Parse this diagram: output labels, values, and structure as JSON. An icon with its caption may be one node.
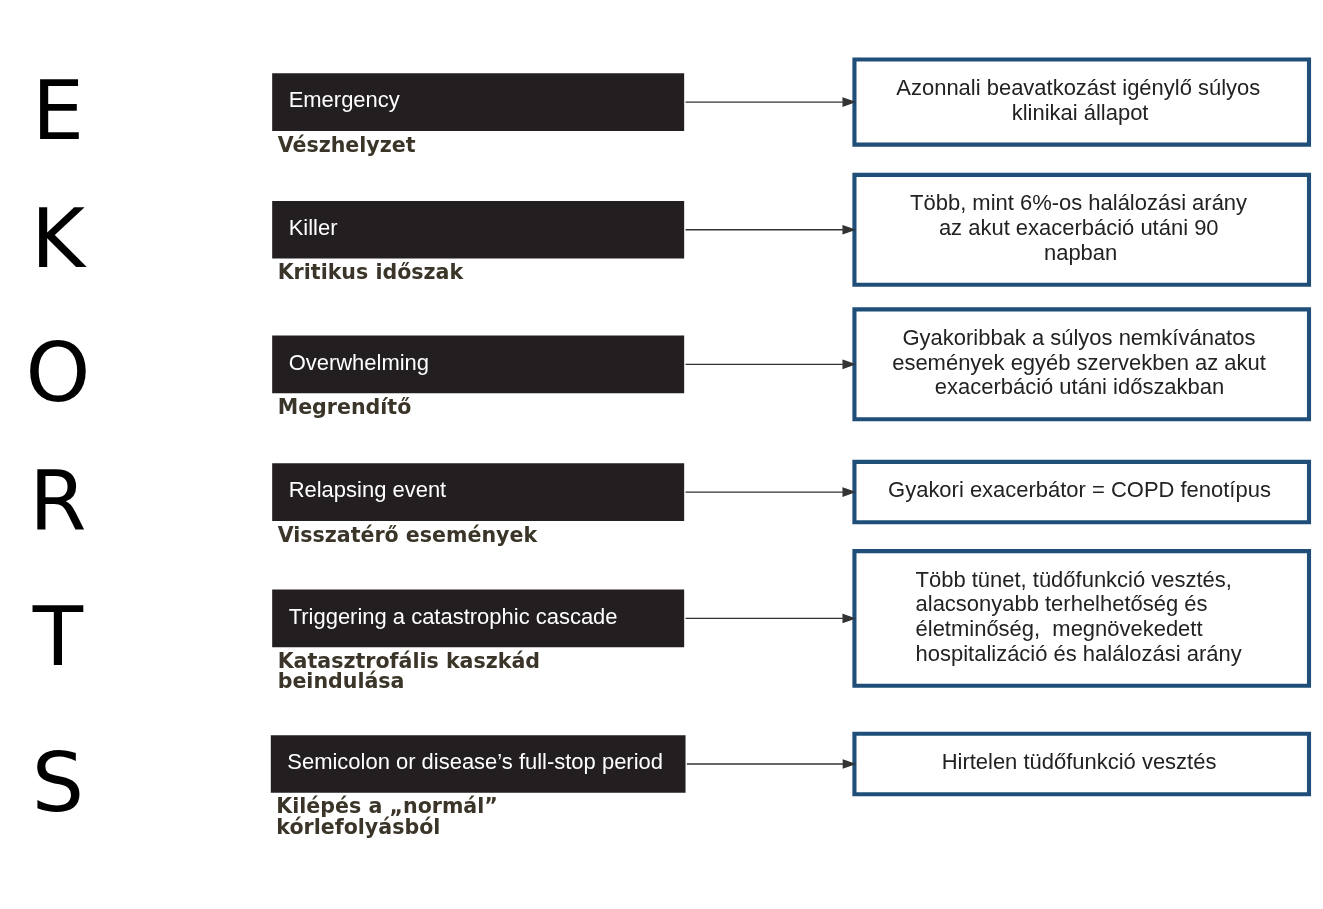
{
  "diagram": {
    "nodes": [
      {
        "text": [
          "Semicolon or disease’s full-stop period"
        ],
        "beside": [
          "Kilépés a „normál” kórlefolyásból"
        ]
      },
      {
        "text": [
          "Triggering a catastrophic cascade"
        ],
        "beside": [
          "Katasztrofális kaszkád beindulása"
        ]
      },
      {
        "text": [
          "Relapsing event"
        ],
        "beside": [
          "Visszatérő események"
        ]
      },
      {
        "text": [
          "Overwhelming"
        ],
        "beside": [
          "Megrendítő"
        ]
      },
      {
        "text": [
          "Killer"
        ],
        "beside": [
          "Kritikus időszak"
        ]
      },
      {
        "text": [
          "Emergency"
        ],
        "beside": [
          "Vészhelyzet"
        ]
      },
      {
        "text": [
          "Hirtelen tüdőfunkció vesztés"
        ]
      },
      {
        "text": [
          "Több tünet, tüdőfunkció vesztés, alacsonyabb terhelhetőség és életminőség,  megnövekedett hospitalizáció és halálozási arány"
        ]
      },
      {
        "text": [
          "Gyakori exacerbátor = COPD fenotípus"
        ]
      },
      {
        "text": [
          "Gyakoribbak a súlyos nemkívánatos események egyéb szervekben az akut exacerbáció utáni időszakban"
        ]
      },
      {
        "text": [
          "Több, mint 6%-os halálozási arány az akut exacerbáció utáni 90 napban"
        ]
      },
      {
        "text": [
          "Azonnali beavatkozást igénylő súlyos klinikai állapot"
        ]
      }
    ],
    "edges": [
      {
        "from": 0,
        "to": 6,
        "arrow": "to"
      },
      {
        "from": 1,
        "to": 7,
        "arrow": "to"
      },
      {
        "from": 2,
        "to": 8,
        "arrow": "to"
      },
      {
        "from": 3,
        "to": 9,
        "arrow": "to"
      },
      {
        "from": 4,
        "to": 10,
        "arrow": "to"
      },
      {
        "from": 5,
        "to": 11,
        "arrow": "to"
      }
    ],
    "labels": [
      "S",
      "T",
      "R",
      "O",
      "K",
      "E"
    ]
  }
}
